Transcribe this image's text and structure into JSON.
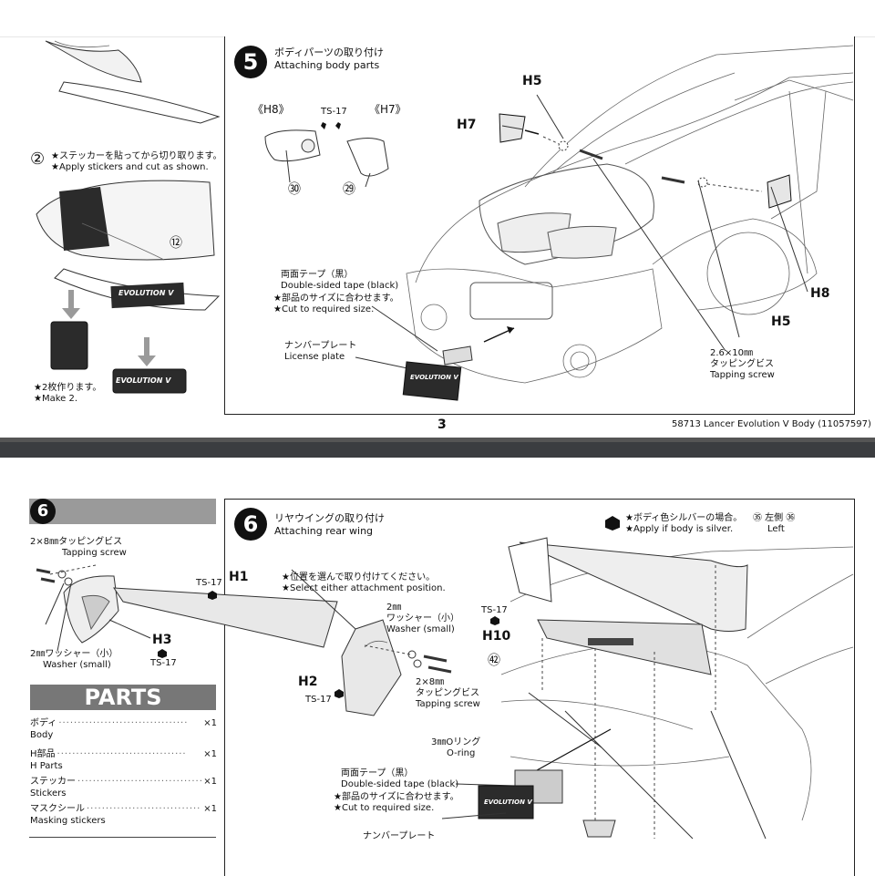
{
  "top": {
    "sticker_step": {
      "num": "②",
      "ja": "★ステッカーを貼ってから切り取ります。",
      "en": "★Apply stickers and cut as shown.",
      "part_num": "⑫",
      "make_ja": "★2枚作ります。",
      "make_en": "★Make 2.",
      "plate_text": "EVOLUTION V"
    },
    "step5": {
      "num": "5",
      "title_ja": "ボディパーツの取り付け",
      "title_en": "Attaching body parts",
      "h8_label": "《H8》",
      "h7_label": "《H7》",
      "ts17": "TS-17",
      "part30": "㉚",
      "part29": "㉙",
      "labels": {
        "H5a": "H5",
        "H7": "H7",
        "H8": "H8",
        "H5b": "H5"
      },
      "tape_ja": "両面テープ（黒）",
      "tape_en": "Double-sided tape (black)",
      "cut_ja": "★部品のサイズに合わせます。",
      "cut_en": "★Cut to required size.",
      "plate_ja": "ナンバープレート",
      "plate_en": "License plate",
      "screw_size": "2.6×10㎜",
      "screw_ja": "タッピングビス",
      "screw_en": "Tapping screw"
    },
    "page_number": "3",
    "footer": "58713 Lancer Evolution V Body (11057597)"
  },
  "bottom": {
    "left": {
      "num": "6",
      "screw_size": "2×8㎜タッピングビス",
      "screw_en": "Tapping screw",
      "washer_ja": "2㎜ワッシャー（小）",
      "washer_en": "Washer (small)",
      "h3": "H3",
      "ts17": "TS-17",
      "parts_title": "PARTS",
      "parts": [
        {
          "ja": "ボディ",
          "en": "Body",
          "qty": "×1"
        },
        {
          "ja": "H部品",
          "en": "H Parts",
          "qty": "×1"
        },
        {
          "ja": "ステッカー",
          "en": "Stickers",
          "qty": "×1"
        },
        {
          "ja": "マスクシール",
          "en": "Masking stickers",
          "qty": "×1"
        }
      ]
    },
    "step6": {
      "num": "6",
      "title_ja": "リヤウイングの取り付け",
      "title_en": "Attaching rear wing",
      "h1": "H1",
      "ts17a": "TS-17",
      "select_ja": "★位置を選んで取り付けてください。",
      "select_en": "★Select either attachment position.",
      "washer_size": "2㎜",
      "washer_ja": "ワッシャー（小）",
      "washer_en": "Washer (small)",
      "screw_size": "2×8㎜",
      "screw_ja": "タッピングビス",
      "screw_en": "Tapping screw",
      "h2": "H2",
      "ts17b": "TS-17",
      "silver_ja": "★ボディ色シルバーの場合。",
      "silver_en": "★Apply if body is silver.",
      "left_ja": "㉟ 左側 ㊱",
      "left_en": "Left",
      "ts17c": "TS-17",
      "h10": "H10",
      "part42": "㊷",
      "oring_ja": "3㎜Oリング",
      "oring_en": "O-ring",
      "tape_ja": "両面テープ（黒）",
      "tape_en": "Double-sided tape (black)",
      "cut_ja": "★部品のサイズに合わせます。",
      "cut_en": "★Cut to required size.",
      "plate_ja": "ナンバープレート",
      "plate_text": "EVOLUTION V"
    }
  }
}
